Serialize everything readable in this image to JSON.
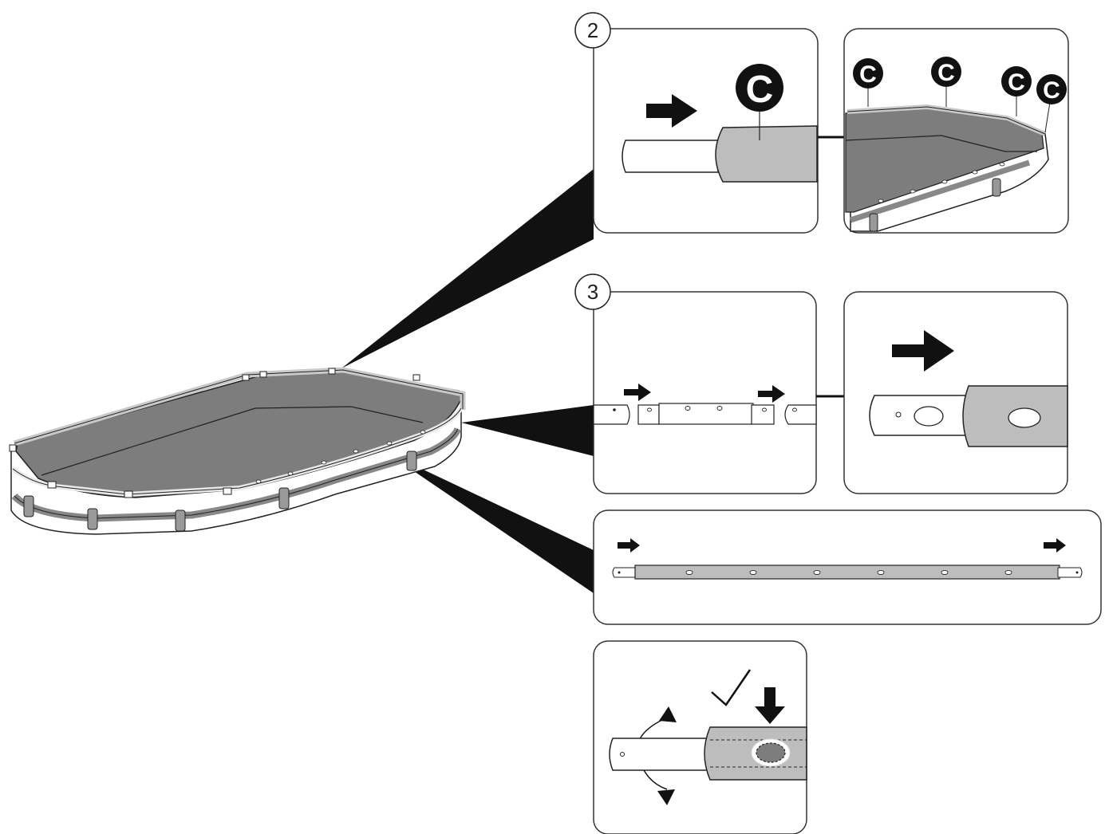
{
  "steps": [
    {
      "number": "2"
    },
    {
      "number": "3"
    }
  ],
  "part_label": "C",
  "colors": {
    "liner": "#7d7d7d",
    "pipe_sleeve": "#bdbdbd",
    "frame": "#c9c9c9",
    "outline": "#222222",
    "panel_border": "#333333",
    "background": "#ffffff"
  },
  "icons": [
    "arrow-right-icon",
    "arrow-down-icon",
    "check-icon",
    "rotate-arrows-icon"
  ]
}
